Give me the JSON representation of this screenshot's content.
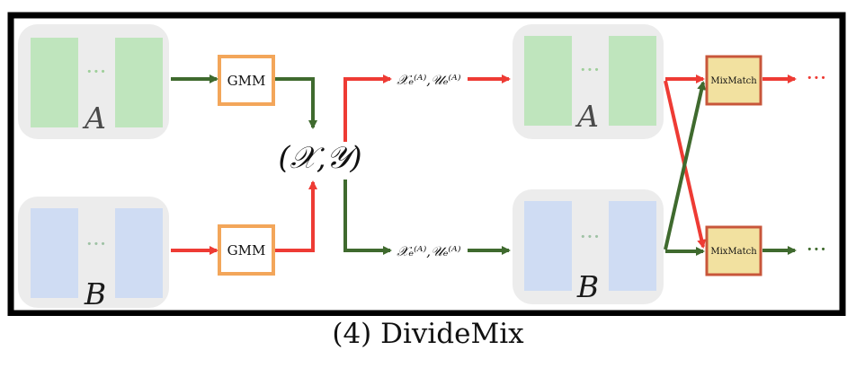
{
  "colors": {
    "frame": "#000000",
    "panel_bg": "#ececec",
    "green_col": "#bfe5bd",
    "blue_col": "#cfdcf3",
    "green_dots": "#9fcf9a",
    "blue_dots": "#9fc2a5",
    "gmm_border": "#f3a65a",
    "mixmatch_border": "#c8563a",
    "mixmatch_fill": "#f2e1a0",
    "arrow_green": "#3f6a2e",
    "arrow_red": "#ee3b34"
  },
  "diagram": {
    "left_top_net_label": "A",
    "left_bottom_net_label": "B",
    "right_top_net_label": "A",
    "right_bottom_net_label": "B",
    "dots": "···",
    "gmm_top_label": "GMM",
    "gmm_bottom_label": "GMM",
    "center_label": "(𝒳,𝒴)",
    "top_set_label": "𝒳ₑ⁽ᴬ⁾,𝒰ₑ⁽ᴬ⁾",
    "bottom_set_label": "𝒳ₑ⁽ᴬ⁾,𝒰ₑ⁽ᴬ⁾",
    "mixmatch_top_label": "MixMatch",
    "mixmatch_bottom_label": "MixMatch",
    "trail_top": "···",
    "trail_bottom": "···"
  },
  "caption": "(4)  DivideMix"
}
